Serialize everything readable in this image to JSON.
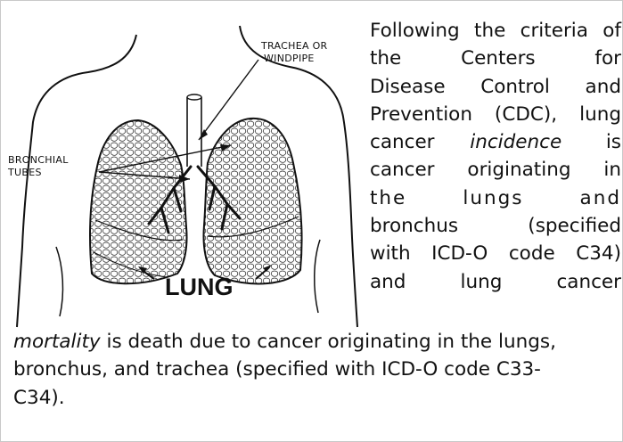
{
  "figure": {
    "label_trachea_line1": "TRACHEA OR",
    "label_trachea_line2": "WINDPIPE",
    "label_bronchial_line1": "BRONCHIAL",
    "label_bronchial_line2": "TUBES",
    "label_lung": "LUNG"
  },
  "paragraph": {
    "lines_right": [
      "Following the criteria of",
      "the Centers for",
      "Disease Control and",
      "Prevention (CDC), lung",
      "cancer",
      "incidence",
      "is",
      "cancer originating in",
      "the lungs and",
      "bronchus (specified",
      "with ICD-O code C34)",
      "and lung cancer"
    ],
    "bottom_emphasis": "mortality",
    "bottom_line1_rest": " is death due to cancer originating in the lungs,",
    "bottom_line2": "bronchus, and trachea (specified with ICD-O code C33-",
    "bottom_line3": "C34)."
  }
}
